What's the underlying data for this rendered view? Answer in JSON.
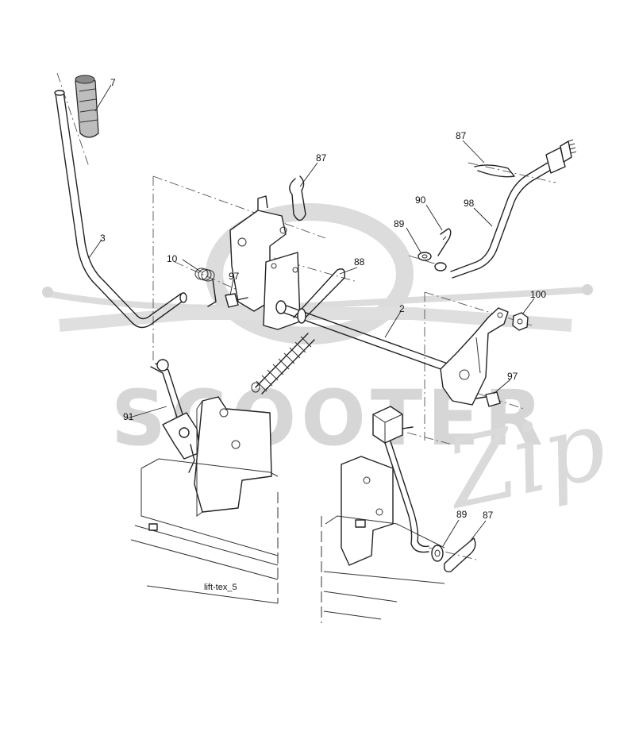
{
  "diagram": {
    "caption": "lift-tex_5",
    "watermark": {
      "primary": "SCOOTER",
      "secondary": "Zip"
    },
    "callouts": [
      {
        "id": "c7",
        "label": "7"
      },
      {
        "id": "c3",
        "label": "3"
      },
      {
        "id": "c87a",
        "label": "87"
      },
      {
        "id": "c10",
        "label": "10"
      },
      {
        "id": "c97a",
        "label": "97"
      },
      {
        "id": "c88",
        "label": "88"
      },
      {
        "id": "c2",
        "label": "2"
      },
      {
        "id": "c87b",
        "label": "87"
      },
      {
        "id": "c90",
        "label": "90"
      },
      {
        "id": "c98",
        "label": "98"
      },
      {
        "id": "c89a",
        "label": "89"
      },
      {
        "id": "c100",
        "label": "100"
      },
      {
        "id": "c97b",
        "label": "97"
      },
      {
        "id": "c91",
        "label": "91"
      },
      {
        "id": "c89b",
        "label": "89"
      },
      {
        "id": "c87c",
        "label": "87"
      }
    ]
  }
}
